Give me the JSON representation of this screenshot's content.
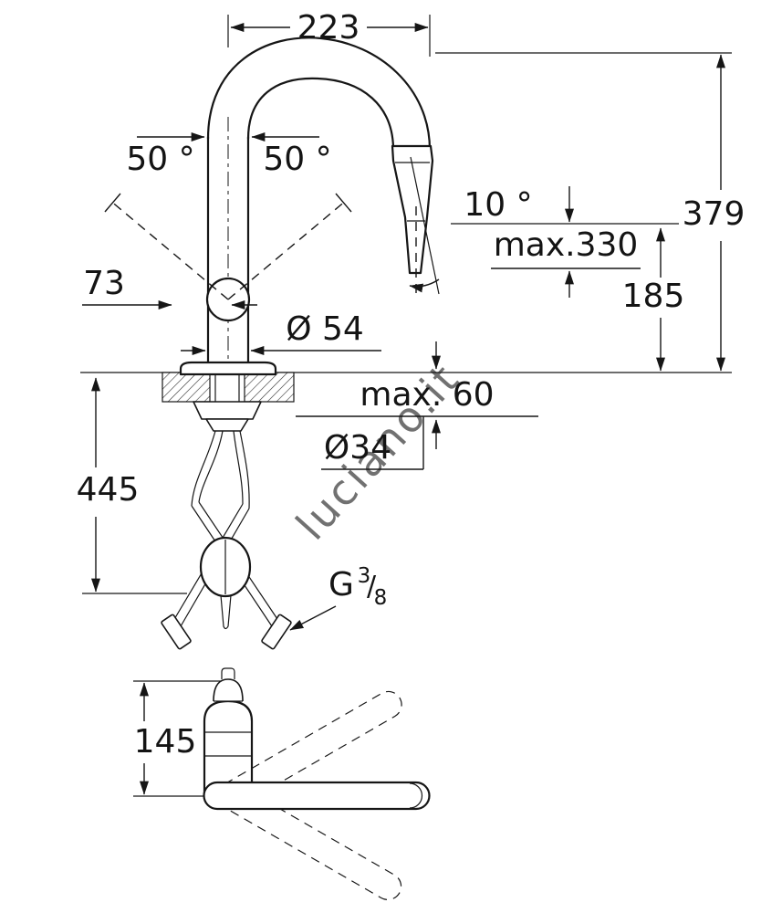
{
  "drawing": {
    "watermark": "luciano.it",
    "labels": {
      "top_width": "223",
      "swivel_left": "50 °",
      "swivel_right": "50 °",
      "spray_angle": "10 °",
      "outlet_height": "max.330",
      "outlet_to_deck": "185",
      "total_height": "379",
      "lever_offset": "73",
      "body_diameter": "Ø 54",
      "deck_thickness": "max. 60",
      "hole_diameter": "Ø34",
      "hose_drop": "445",
      "thread_g": "G",
      "thread_num": "3",
      "thread_slash": "/",
      "thread_den": "8",
      "base_height": "145"
    },
    "colors": {
      "line": "#161616",
      "watermark": "#c6c6c6"
    }
  }
}
